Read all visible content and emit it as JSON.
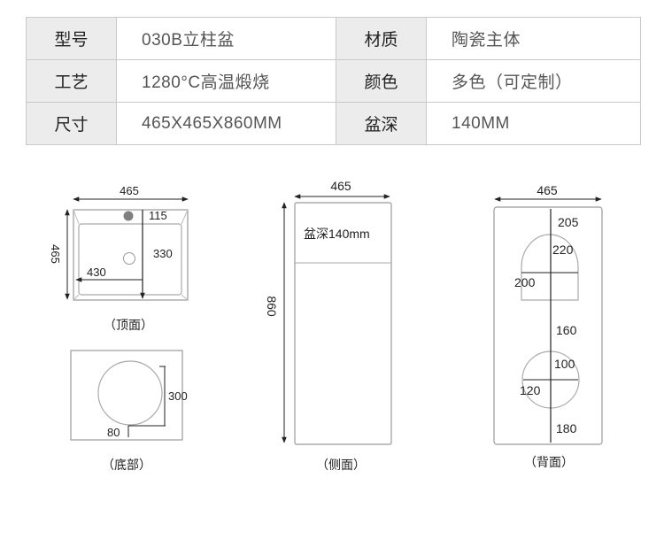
{
  "specs": [
    {
      "label1": "型号",
      "value1": "030B立柱盆",
      "label2": "材质",
      "value2": "陶瓷主体"
    },
    {
      "label1": "工艺",
      "value1": "1280°C高温煅烧",
      "label2": "颜色",
      "value2": "多色（可定制）"
    },
    {
      "label1": "尺寸",
      "value1": "465X465X860MM",
      "label2": "盆深",
      "value2": "140MM"
    }
  ],
  "views": {
    "top": {
      "caption": "（顶面）",
      "width": "465",
      "depth": "465",
      "dim_a": "115",
      "dim_b": "330",
      "dim_c": "430"
    },
    "bottom": {
      "caption": "（底部）",
      "dim_a": "300",
      "dim_b": "80"
    },
    "side": {
      "caption": "（侧面）",
      "width": "465",
      "height": "860",
      "basin_label": "盆深140mm"
    },
    "back": {
      "caption": "（背面）",
      "width": "465",
      "dim_a": "205",
      "dim_b": "220",
      "dim_c": "200",
      "dim_d": "160",
      "dim_e": "100",
      "dim_f": "120",
      "dim_g": "180"
    }
  }
}
